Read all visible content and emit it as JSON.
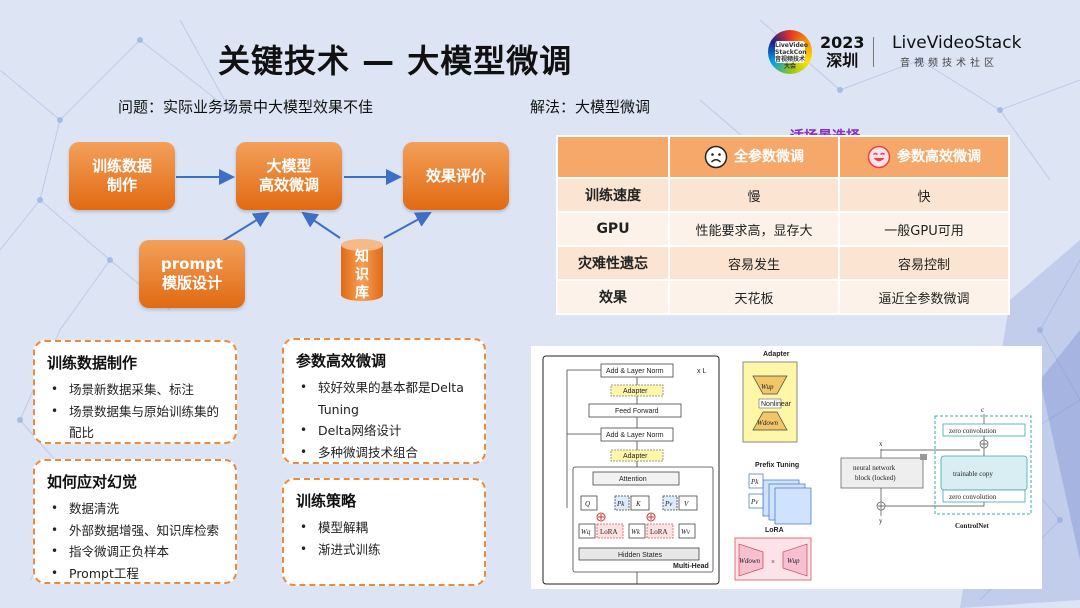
{
  "title": "关键技术 — 大模型微调",
  "branding": {
    "logo_small_text": "LiveVideo StackCon 音视频技术大会",
    "year": "2023",
    "city": "深圳",
    "name": "LiveVideoStack",
    "tagline": "音视频技术社区"
  },
  "problem_label": "问题：实际业务场景中大模型效果不佳",
  "solution_label": "解法：大模型微调",
  "flow": {
    "data_prep": "训练数据\n制作",
    "finetune": "大模型\n高效微调",
    "evaluate": "效果评价",
    "prompt": "prompt\n模版设计",
    "kb": "知\n识\n库"
  },
  "comparison": {
    "recommend_note": "适场景选择",
    "columns": [
      "全参数微调",
      "参数高效微调"
    ],
    "rows": [
      {
        "label": "训练速度",
        "full": "慢",
        "peft": "快"
      },
      {
        "label": "GPU",
        "full": "性能要求高，显存大",
        "peft": "一般GPU可用"
      },
      {
        "label": "灾难性遗忘",
        "full": "容易发生",
        "peft": "容易控制"
      },
      {
        "label": "效果",
        "full": "天花板",
        "peft": "逼近全参数微调"
      }
    ]
  },
  "panels": {
    "data_prep": {
      "title": "训练数据制作",
      "items": [
        "场景新数据采集、标注",
        "场景数据集与原始训练集的配比"
      ]
    },
    "hallucination": {
      "title": "如何应对幻觉",
      "items": [
        "数据清洗",
        "外部数据增强、知识库检索",
        "指令微调正负样本",
        "Prompt工程"
      ]
    },
    "peft": {
      "title": "参数高效微调",
      "items": [
        "较好效果的基本都是Delta Tuning",
        "Delta网络设计",
        "多种微调技术组合"
      ]
    },
    "strategy": {
      "title": "训练策略",
      "items": [
        "模型解耦",
        "渐进式训练"
      ]
    }
  },
  "figure": {
    "add_norm": "Add & Layer Norm",
    "adapter": "Adapter",
    "feed_forward": "Feed Forward",
    "attention": "Attention",
    "hidden_states": "Hidden States",
    "multi_head": "Multi-Head",
    "times_l": "x L",
    "q": "Q",
    "k": "K",
    "v": "V",
    "pk": "Pk",
    "pv": "Pv",
    "wq": "Wq",
    "wk": "Wk",
    "wv": "Wv",
    "lora": "LoRA",
    "adapter_title": "Adapter",
    "wup": "Wup",
    "wdown": "Wdown",
    "nonlinear": "Nonlinear",
    "prefix_title": "Prefix Tuning",
    "lora_title": "LoRA",
    "times": "×",
    "c": "c",
    "x": "x",
    "y": "y",
    "zero_conv": "zero convolution",
    "trainable": "trainable copy",
    "neural": "neural network",
    "locked": "block (locked)",
    "controlnet": "ControlNet"
  },
  "colors": {
    "accent": "#e8781f",
    "table_header": "#f5a869",
    "row": "#fbe4d1",
    "recommend": "#8a2bc9"
  }
}
